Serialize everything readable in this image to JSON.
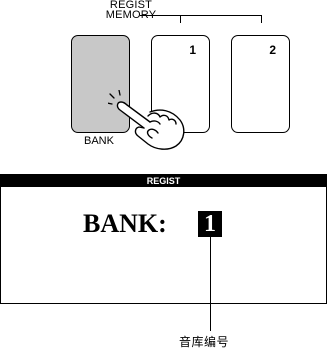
{
  "panel": {
    "regist_memory_label_line1": "REGIST",
    "regist_memory_label_line2": "MEMORY",
    "bank_button_label": "BANK",
    "memory_buttons": [
      {
        "number": "1"
      },
      {
        "number": "2"
      }
    ]
  },
  "display": {
    "header": "REGIST",
    "bank_label": "BANK:",
    "bank_number": "1"
  },
  "callout": {
    "label": "音库编号"
  },
  "colors": {
    "bank_button_fill": "#c8c8c8",
    "display_header_bg": "#000000"
  }
}
